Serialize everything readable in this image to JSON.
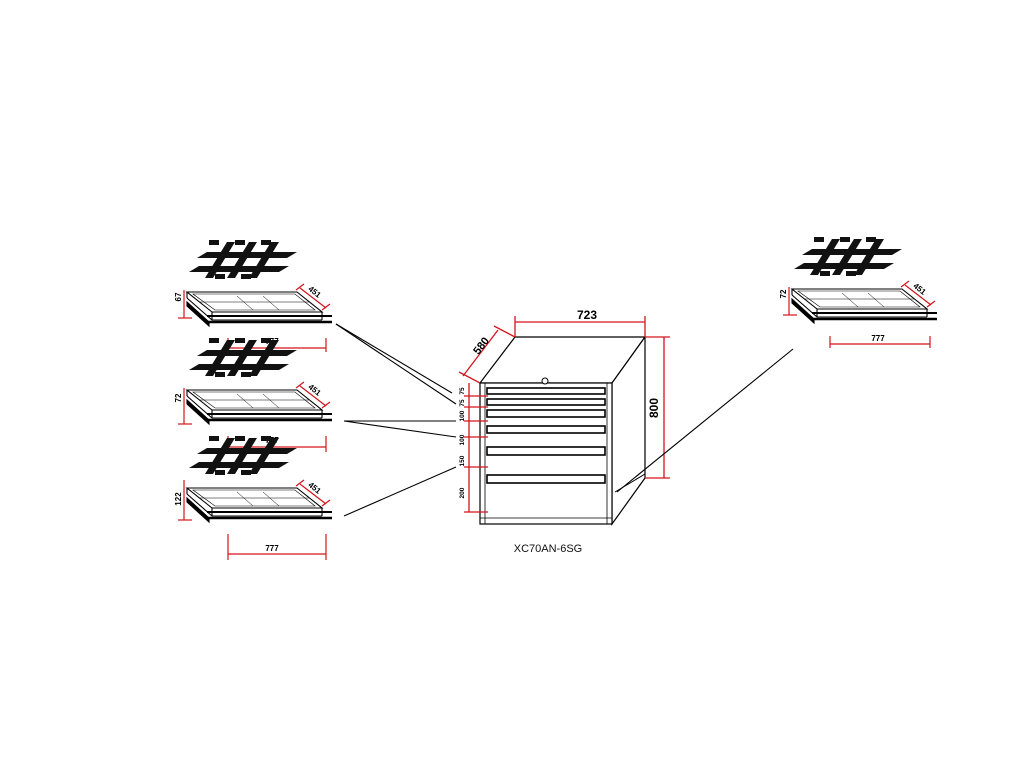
{
  "cabinet": {
    "model": "XC70AN-6SG",
    "width_label": "723",
    "depth_label": "580",
    "height_label": "800",
    "drawer_heights": [
      "75",
      "75",
      "100",
      "100",
      "150",
      "200"
    ]
  },
  "drawers": [
    {
      "height_label": "67",
      "depth_label": "451",
      "width_label": "777"
    },
    {
      "height_label": "72",
      "depth_label": "451",
      "width_label": "777"
    },
    {
      "height_label": "122",
      "depth_label": "451",
      "width_label": "777"
    },
    {
      "height_label": "72",
      "depth_label": "451",
      "width_label": "777"
    }
  ],
  "colors": {
    "line": "#000000",
    "dimension": "#d4141c",
    "fill": "#ffffff"
  }
}
